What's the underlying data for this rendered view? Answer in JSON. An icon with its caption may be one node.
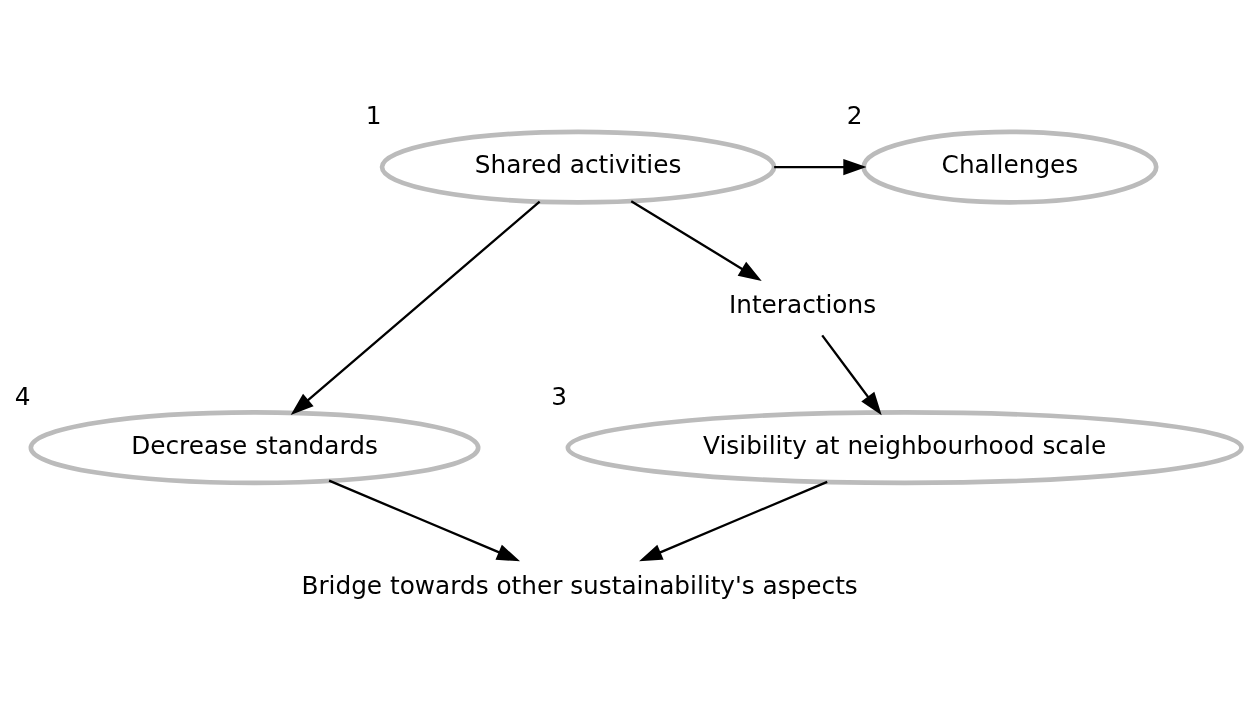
{
  "diagram": {
    "nodes": [
      {
        "text": [
          "Shared activities"
        ],
        "beside": [
          "1"
        ]
      },
      {
        "text": [
          "Decrease standards"
        ],
        "beside": [
          "4"
        ]
      },
      {
        "text": [
          "Challenges"
        ],
        "beside": [
          "2"
        ]
      },
      {
        "text": [
          "Bridge towards other sustainability's aspects"
        ]
      },
      {
        "text": [
          "Interactions"
        ]
      },
      {
        "text": [
          "Visibility at neighbourhood scale"
        ],
        "beside": [
          "3"
        ]
      }
    ],
    "edges": [
      {
        "from": 0,
        "to": 1,
        "arrow": "to"
      },
      {
        "from": 0,
        "to": 2,
        "arrow": "to"
      },
      {
        "from": 0,
        "to": 4,
        "arrow": "to"
      },
      {
        "from": 4,
        "to": 5,
        "arrow": "to"
      },
      {
        "from": 5,
        "to": 3,
        "arrow": "to"
      },
      {
        "from": 1,
        "to": 3,
        "arrow": "to"
      }
    ]
  }
}
